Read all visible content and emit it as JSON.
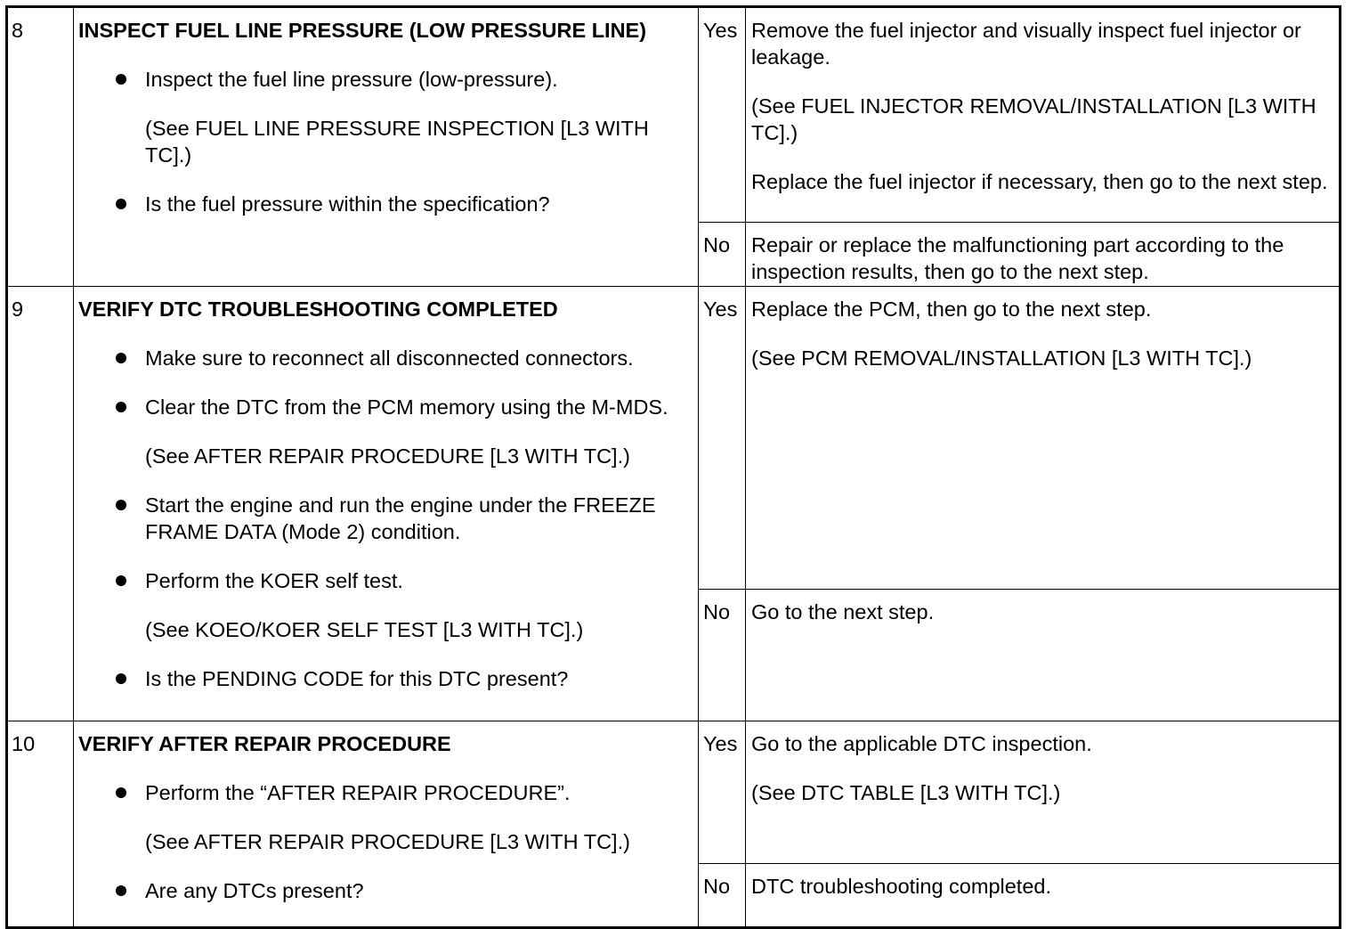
{
  "rows": [
    {
      "step": "8",
      "title": "INSPECT FUEL LINE PRESSURE (LOW PRESSURE LINE)",
      "b1": "Inspect the fuel line pressure (low-pressure).",
      "s1": "(See FUEL LINE PRESSURE INSPECTION [L3 WITH TC].)",
      "b2": "Is the fuel pressure within the specification?",
      "yes_label": "Yes",
      "yes": [
        "Remove the fuel injector and visually inspect fuel injector or leakage.",
        "(See FUEL INJECTOR REMOVAL/INSTALLATION [L3 WITH TC].)",
        "Replace the fuel injector if necessary, then go to the next step."
      ],
      "no_label": "No",
      "no": [
        "Repair or replace the malfunctioning part according to the inspection results, then go to the next step."
      ]
    },
    {
      "step": "9",
      "title": "VERIFY DTC TROUBLESHOOTING COMPLETED",
      "b1": "Make sure to reconnect all disconnected connectors.",
      "b2": "Clear the DTC from the PCM memory using the M-MDS.",
      "s2": "(See AFTER REPAIR PROCEDURE [L3 WITH TC].)",
      "b3": "Start the engine and run the engine under the FREEZE FRAME DATA (Mode 2) condition.",
      "b4": "Perform the KOER self test.",
      "s4": "(See KOEO/KOER SELF TEST [L3 WITH TC].)",
      "b5": "Is the PENDING CODE for this DTC present?",
      "yes_label": "Yes",
      "yes": [
        "Replace the PCM, then go to the next step.",
        "(See PCM REMOVAL/INSTALLATION [L3 WITH TC].)"
      ],
      "no_label": "No",
      "no": [
        "Go to the next step."
      ]
    },
    {
      "step": "10",
      "title": "VERIFY AFTER REPAIR PROCEDURE",
      "b1": "Perform the “AFTER REPAIR PROCEDURE”.",
      "s1": "(See AFTER REPAIR PROCEDURE [L3 WITH TC].)",
      "b2": "Are any DTCs present?",
      "yes_label": "Yes",
      "yes": [
        "Go to the applicable DTC inspection.",
        "(See DTC TABLE [L3 WITH TC].)"
      ],
      "no_label": "No",
      "no": [
        "DTC troubleshooting completed."
      ]
    }
  ]
}
